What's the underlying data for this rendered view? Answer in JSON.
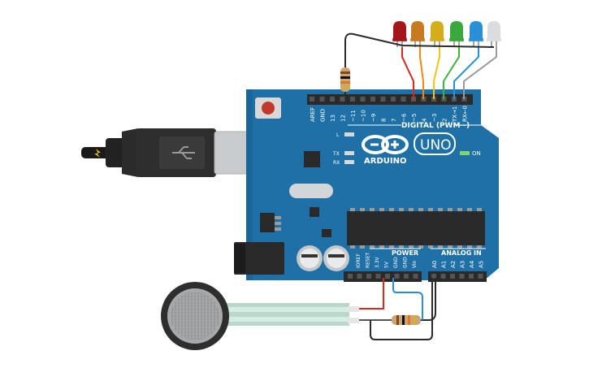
{
  "board": {
    "brand": "ARDUINO",
    "model": "UNO",
    "digital_header_label": "DIGITAL (PWM~)",
    "on_label": "ON",
    "led_labels": [
      "L",
      "TX",
      "RX"
    ],
    "top_pin_labels": [
      "AREF",
      "GND",
      "13",
      "12",
      "~11",
      "~10",
      "~9",
      "8",
      "7",
      "~6",
      "~5",
      "4",
      "~3",
      "2",
      "TX→1",
      "RX←0"
    ],
    "power_header_label": "POWER",
    "power_pin_labels": [
      "IOREF",
      "RESET",
      "3.3V",
      "5V",
      "GND",
      "GND",
      "Vin"
    ],
    "analog_header_label": "ANALOG IN",
    "analog_pin_labels": [
      "A0",
      "A1",
      "A2",
      "A3",
      "A4",
      "A5"
    ]
  },
  "leds": {
    "colors": [
      "#a3171b",
      "#c77a1f",
      "#d4ad1b",
      "#3aa83c",
      "#2b8fd6",
      "#d9dde0"
    ],
    "wire_colors": [
      "#d62a1e",
      "#f08a12",
      "#f2c511",
      "#3db53a",
      "#2a8fd6",
      "#9a9a9a"
    ]
  },
  "components": {
    "usb_cable": "usb-cable",
    "fsr_sensor": "force-sensitive-resistor",
    "resistor_color_bands": [
      "#8b4513",
      "#111111",
      "#e8741b",
      "#d4af37"
    ]
  }
}
